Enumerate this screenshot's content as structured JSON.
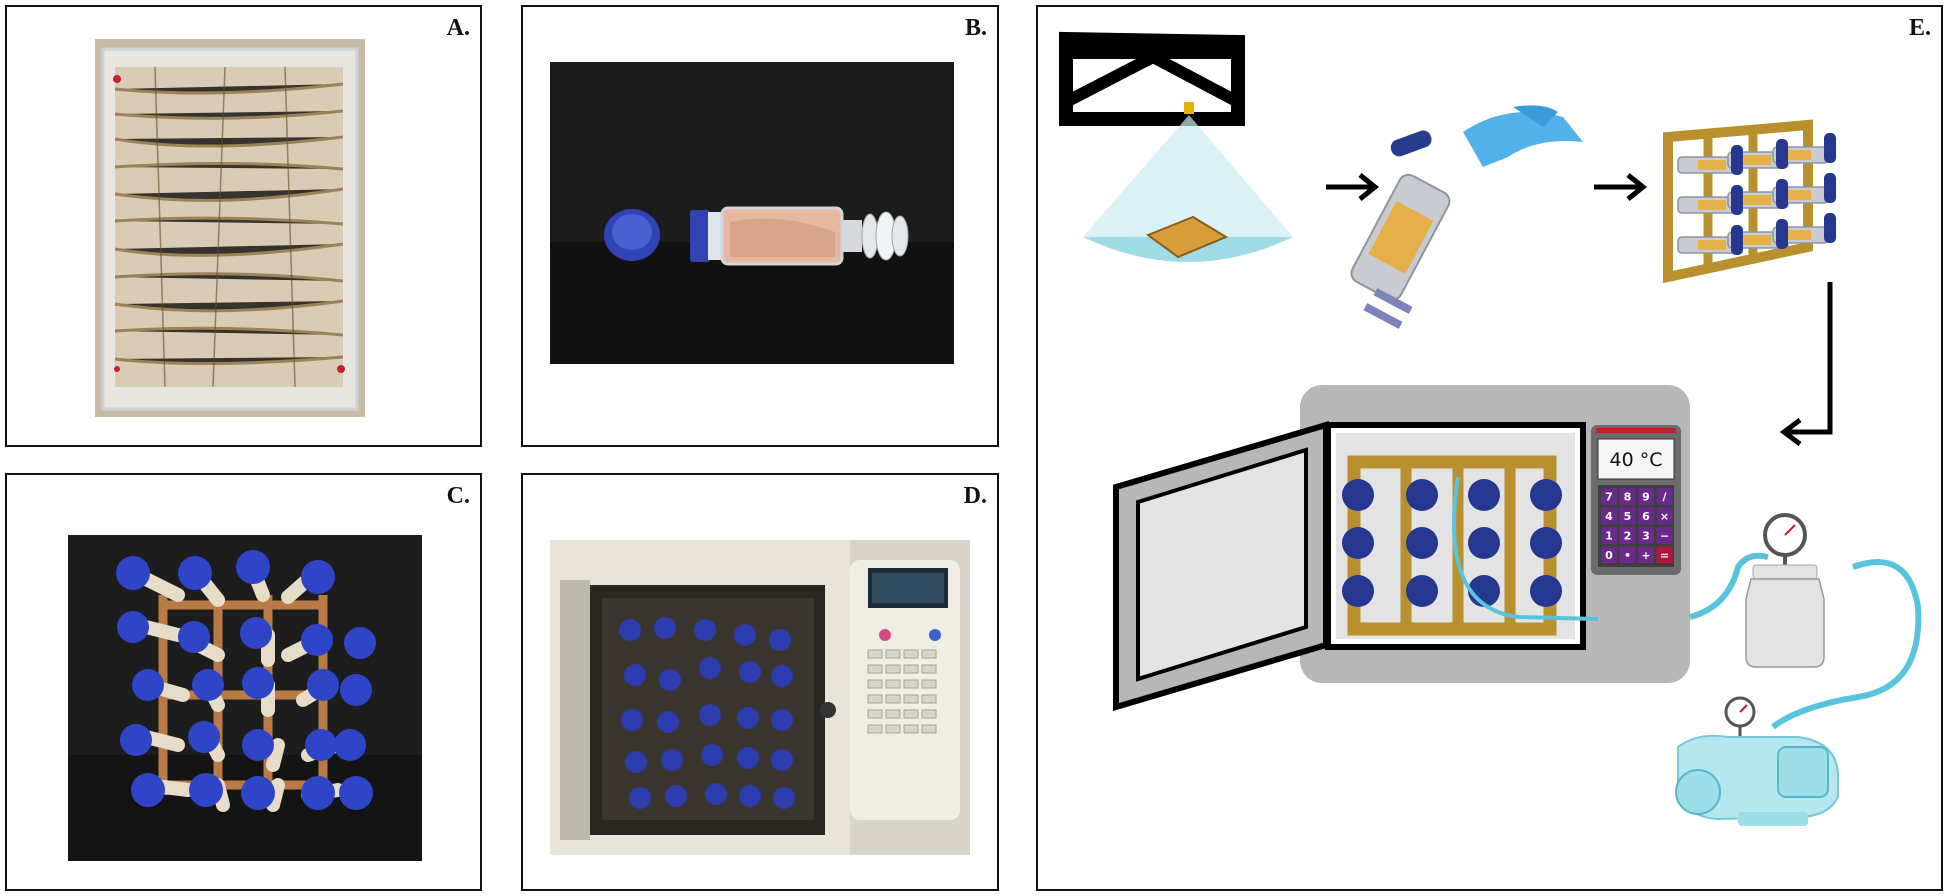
{
  "panels": [
    {
      "id": "A",
      "label": "A."
    },
    {
      "id": "B",
      "label": "B."
    },
    {
      "id": "C",
      "label": "C."
    },
    {
      "id": "D",
      "label": "D."
    },
    {
      "id": "E",
      "label": "E."
    }
  ],
  "oven_display": {
    "temperature": "40 °C"
  },
  "calculator_keys": [
    [
      "7",
      "8",
      "9",
      "/"
    ],
    [
      "4",
      "5",
      "6",
      "×"
    ],
    [
      "1",
      "2",
      "3",
      "−"
    ],
    [
      "0",
      "•",
      "+",
      "="
    ]
  ],
  "colors": {
    "cap_blue": "#2b3d8f",
    "frame_gold": "#b8912e",
    "oven_grey": "#b7b7b7",
    "hose_cyan": "#57c3dc",
    "keypad_purple": "#6a2a8a",
    "key_red": "#b0163e"
  }
}
